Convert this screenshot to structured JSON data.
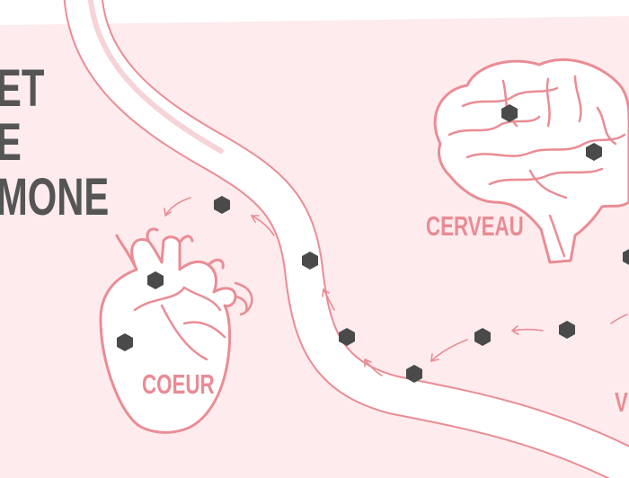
{
  "title": {
    "line1": "ET",
    "line2": "E",
    "line3": "MONE"
  },
  "labels": {
    "heart": "COEUR",
    "brain": "CERVEAU",
    "partial_right": "V"
  },
  "colors": {
    "background_panel": "#fdebed",
    "outline": "#ea8c94",
    "title_text": "#555555",
    "hormone_marker": "#4a4a4a"
  },
  "icons": [
    "brain-icon",
    "heart-icon",
    "hormone-marker-icon",
    "flow-arrow-icon"
  ]
}
